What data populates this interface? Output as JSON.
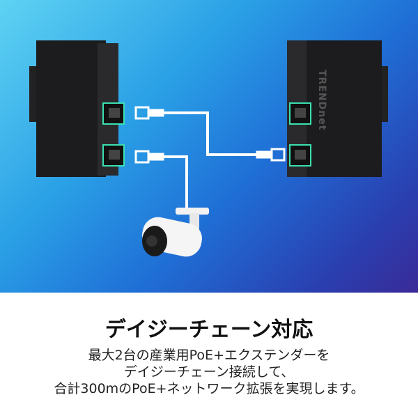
{
  "product": {
    "brand_label": "TRENDnet"
  },
  "caption": {
    "title": "デイジーチェーン対応",
    "lines": [
      "最大2台の産業用PoE+エクステンダーを",
      "デイジーチェーン接続して、",
      "合計300mのPoE+ネットワーク拡張を実現します。"
    ]
  },
  "colors": {
    "gradient_start": "#5fd3f3",
    "gradient_end": "#3a2a98",
    "port_accent": "#2fd3a0"
  }
}
